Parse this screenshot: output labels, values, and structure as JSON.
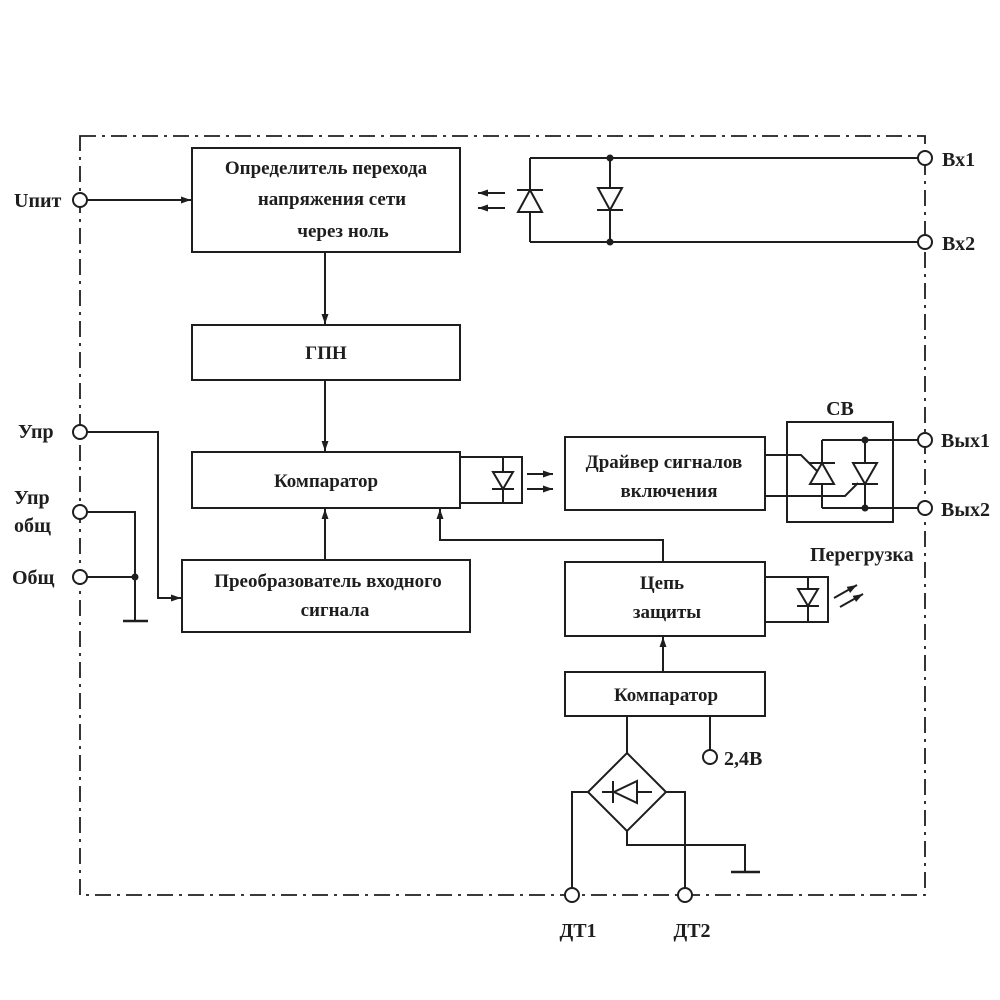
{
  "terminals": {
    "u_pit": "Uпит",
    "upr": "Упр",
    "upr_obsh": [
      "Упр",
      "общ"
    ],
    "obsh": "Общ",
    "vx1": "Вх1",
    "vx2": "Вх2",
    "vyx1": "Вых1",
    "vyx2": "Вых2",
    "ref_voltage": "2,4В",
    "dt1": "ДТ1",
    "dt2": "ДТ2"
  },
  "blocks": {
    "zero_cross_detector": [
      "Определитель перехода",
      "напряжения сети",
      "через ноль"
    ],
    "gpn": "ГПН",
    "comparator": "Компаратор",
    "input_converter": [
      "Преобразователь входного",
      "сигнала"
    ],
    "switch_driver": [
      "Драйвер сигналов",
      "включения"
    ],
    "protection_circuit": [
      "Цепь",
      "защиты"
    ],
    "overload_comparator": "Компаратор"
  },
  "labels": {
    "switch_block": "СВ",
    "overload_indicator": "Перегрузка"
  },
  "colors": {
    "ink": "#1e1e1e",
    "background": "#ffffff"
  }
}
